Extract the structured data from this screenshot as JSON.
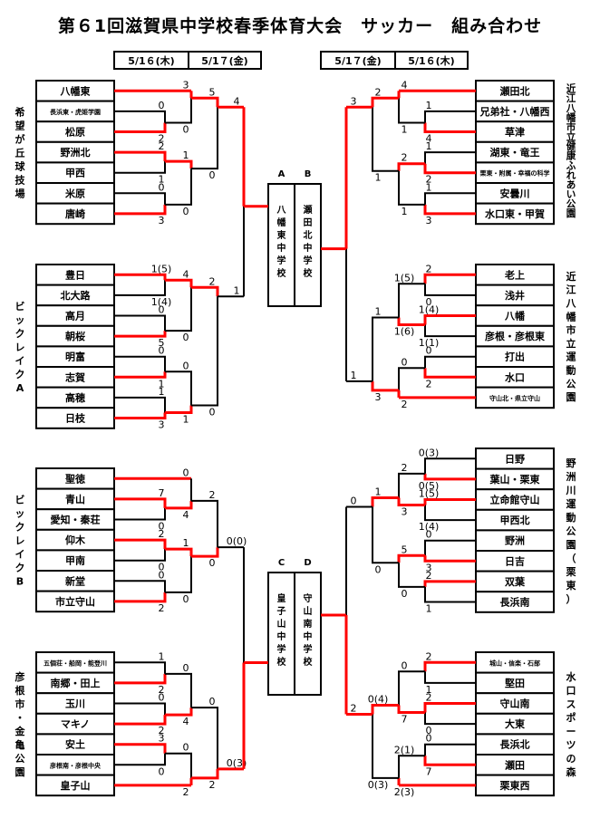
{
  "title": "第６1回滋賀県中学校春季体育大会　サッカー　組み合わせ",
  "dates_left": [
    "5/1６(木)",
    "5/1７(金)"
  ],
  "dates_right": [
    "5/1７(金)",
    "5/1６(木)"
  ],
  "colors": {
    "winner_line": "#ff0000",
    "line": "#000000"
  },
  "finals": {
    "top": {
      "labels": [
        "A",
        "B"
      ],
      "schools": [
        "八幡東中学校",
        "瀬田北中学校"
      ]
    },
    "bottom": {
      "labels": [
        "C",
        "D"
      ],
      "schools": [
        "皇子山中学校",
        "守山南中学校"
      ]
    }
  },
  "blocks": [
    {
      "id": "left-top",
      "side": "left",
      "venue": "希望が丘球技場",
      "teams": [
        "八幡東",
        "長浜東・虎姫学園",
        "松原",
        "野洲北",
        "甲西",
        "米原",
        "唐崎"
      ],
      "small": [
        1
      ],
      "r1": [
        {
          "a": 1,
          "b": 2,
          "sa": "0",
          "sb": "2",
          "w": "b"
        },
        {
          "a": 3,
          "b": 4,
          "sa": "2",
          "sb": "1",
          "w": "a"
        },
        {
          "a": 5,
          "b": 6,
          "sa": "0",
          "sb": "3",
          "w": "b"
        }
      ],
      "r2": [
        {
          "sa": "3",
          "sb": "0",
          "w": "a"
        },
        {
          "sa": "1",
          "sb": "0",
          "w": "a"
        }
      ],
      "r3": {
        "sa": "5",
        "sb": "0",
        "w": "a"
      },
      "final_score": "4",
      "final_win": true
    },
    {
      "id": "left-mid",
      "side": "left",
      "venue": "ビックレイクA",
      "teams": [
        "豊日",
        "北大路",
        "高月",
        "朝桜",
        "明富",
        "志賀",
        "高穂",
        "日枝"
      ],
      "small": [],
      "r1": [
        {
          "sa": "1(5)",
          "sb": "1(4)",
          "w": "a"
        },
        {
          "sa": "0",
          "sb": "5",
          "w": "b"
        },
        {
          "sa": "0",
          "sb": "1",
          "w": "b"
        },
        {
          "sa": "1",
          "sb": "3",
          "w": "b"
        }
      ],
      "r2": [
        {
          "sa": "4",
          "sb": "0",
          "w": "a"
        },
        {
          "sa": "0",
          "sb": "1",
          "w": "b"
        }
      ],
      "r3": {
        "sa": "2",
        "sb": "0",
        "w": "a"
      },
      "final_score": "1",
      "final_win": false
    },
    {
      "id": "right-top",
      "side": "right",
      "venue": "近江八幡市立健康ふれあい公園",
      "teams": [
        "瀬田北",
        "兄弟社・八幡西",
        "草津",
        "湖東・竜王",
        "栗東・附属・幸福の科学",
        "安曇川",
        "水口東・甲賀"
      ],
      "small": [
        4
      ],
      "r1": [
        {
          "a": 1,
          "b": 2,
          "sa": "1",
          "sb": "4",
          "w": "b"
        },
        {
          "a": 3,
          "b": 4,
          "sa": "1",
          "sb": "2",
          "w": "b"
        },
        {
          "a": 5,
          "b": 6,
          "sa": "1",
          "sb": "3",
          "w": "b"
        }
      ],
      "r2": [
        {
          "sa": "4",
          "sb": "1",
          "w": "a"
        },
        {
          "sa": "2",
          "sb": "1",
          "w": "a"
        }
      ],
      "r3": {
        "sa": "2",
        "sb": "1",
        "w": "a"
      },
      "final_score": "3",
      "final_win": true
    },
    {
      "id": "right-mid",
      "side": "right",
      "venue": "近江八幡市立運動公園",
      "teams": [
        "老上",
        "浅井",
        "八幡",
        "彦根・彦根東",
        "打出",
        "水口",
        "守山北・県立守山"
      ],
      "small": [
        6
      ],
      "r1": [
        {
          "a": 0,
          "b": 1,
          "sa": "2",
          "sb": "0",
          "w": "a"
        },
        {
          "a": 2,
          "b": 3,
          "sa": "1(4)",
          "sb": "1(1)",
          "w": "a"
        },
        {
          "a": 4,
          "b": 5,
          "sa": "0",
          "sb": "2",
          "w": "b"
        }
      ],
      "r2": [
        {
          "sa": "1(5)",
          "sb": "1(6)",
          "w": "b"
        },
        {
          "sa": "0",
          "sb": "2",
          "w": "b"
        }
      ],
      "r3": {
        "sa": "1",
        "sb": "3",
        "w": "b"
      },
      "final_score": "1",
      "final_win": false
    },
    {
      "id": "left-b",
      "side": "left",
      "venue": "ビックレイクB",
      "teams": [
        "聖徳",
        "青山",
        "愛知・秦荘",
        "仰木",
        "甲南",
        "新堂",
        "市立守山"
      ],
      "small": [],
      "r1": [
        {
          "a": 1,
          "b": 2,
          "sa": "7",
          "sb": "0",
          "w": "a"
        },
        {
          "a": 3,
          "b": 4,
          "sa": "2",
          "sb": "0",
          "w": "a"
        },
        {
          "a": 5,
          "b": 6,
          "sa": "0",
          "sb": "2",
          "w": "b"
        }
      ],
      "r2": [
        {
          "sa": "0",
          "sb": "4",
          "w": "b"
        },
        {
          "sa": "1",
          "sb": "0",
          "w": "a"
        }
      ],
      "r3": {
        "sa": "2",
        "sb": "0",
        "w": "b"
      },
      "final_score": "0(0)",
      "final_win": false,
      "r3_top_win": true
    },
    {
      "id": "left-bottom",
      "side": "left",
      "venue": "彦根市・金亀公園",
      "teams": [
        "五個荘・船岡・能登川",
        "南郷・田上",
        "玉川",
        "マキノ",
        "安土",
        "彦根南・彦根中央",
        "皇子山"
      ],
      "small": [
        0,
        5
      ],
      "r1": [
        {
          "a": 0,
          "b": 1,
          "sa": "1",
          "sb": "2",
          "w": "b"
        },
        {
          "a": 2,
          "b": 3,
          "sa": "0",
          "sb": "2",
          "w": "b"
        },
        {
          "a": 4,
          "b": 5,
          "sa": "3",
          "sb": "0",
          "w": "a"
        }
      ],
      "r2": [
        {
          "sa": "0",
          "sb": "4",
          "w": "b"
        },
        {
          "sa": "0",
          "sb": "2",
          "w": "b"
        }
      ],
      "r3": {
        "sa": "0",
        "sb": "2",
        "w": "b"
      },
      "final_score": "0(3)",
      "final_win": true
    },
    {
      "id": "right-b",
      "side": "right",
      "venue": "野洲川運動公園（栗東）",
      "teams": [
        "日野",
        "葉山・栗東",
        "立命館守山",
        "甲西北",
        "野洲",
        "日吉",
        "双葉",
        "長浜南"
      ],
      "small": [],
      "r1": [
        {
          "sa": "0(3)",
          "sb": "0(5)",
          "w": "b"
        },
        {
          "sa": "1(5)",
          "sb": "1(4)",
          "w": "a"
        },
        {
          "sa": "0",
          "sb": "3",
          "w": "b"
        },
        {
          "sa": "2",
          "sb": "1",
          "w": "a"
        }
      ],
      "r2": [
        {
          "sa": "2",
          "sb": "3",
          "w": "b"
        },
        {
          "sa": "5",
          "sb": "0",
          "w": "a"
        }
      ],
      "r3": {
        "sa": "1",
        "sb": "0",
        "w": "a"
      },
      "final_score": "0",
      "final_win": false
    },
    {
      "id": "right-bottom",
      "side": "right",
      "venue": "水口スポーツの森",
      "teams": [
        "城山・信楽・石部",
        "堅田",
        "守山南",
        "大東",
        "長浜北",
        "瀬田",
        "栗東西"
      ],
      "small": [
        0
      ],
      "r1": [
        {
          "a": 0,
          "b": 1,
          "sa": "2",
          "sb": "1",
          "w": "a"
        },
        {
          "a": 2,
          "b": 3,
          "sa": "2",
          "sb": "0",
          "w": "a"
        },
        {
          "a": 4,
          "b": 5,
          "sa": "0",
          "sb": "7",
          "w": "b"
        }
      ],
      "r2": [
        {
          "sa": "0",
          "sb": "7",
          "w": "b"
        },
        {
          "sa": "2(1)",
          "sb": "2(3)",
          "w": "b"
        }
      ],
      "r3": {
        "sa": "0(4)",
        "sb": "0(3)",
        "w": "a"
      },
      "final_score": "2",
      "final_win": true
    }
  ]
}
